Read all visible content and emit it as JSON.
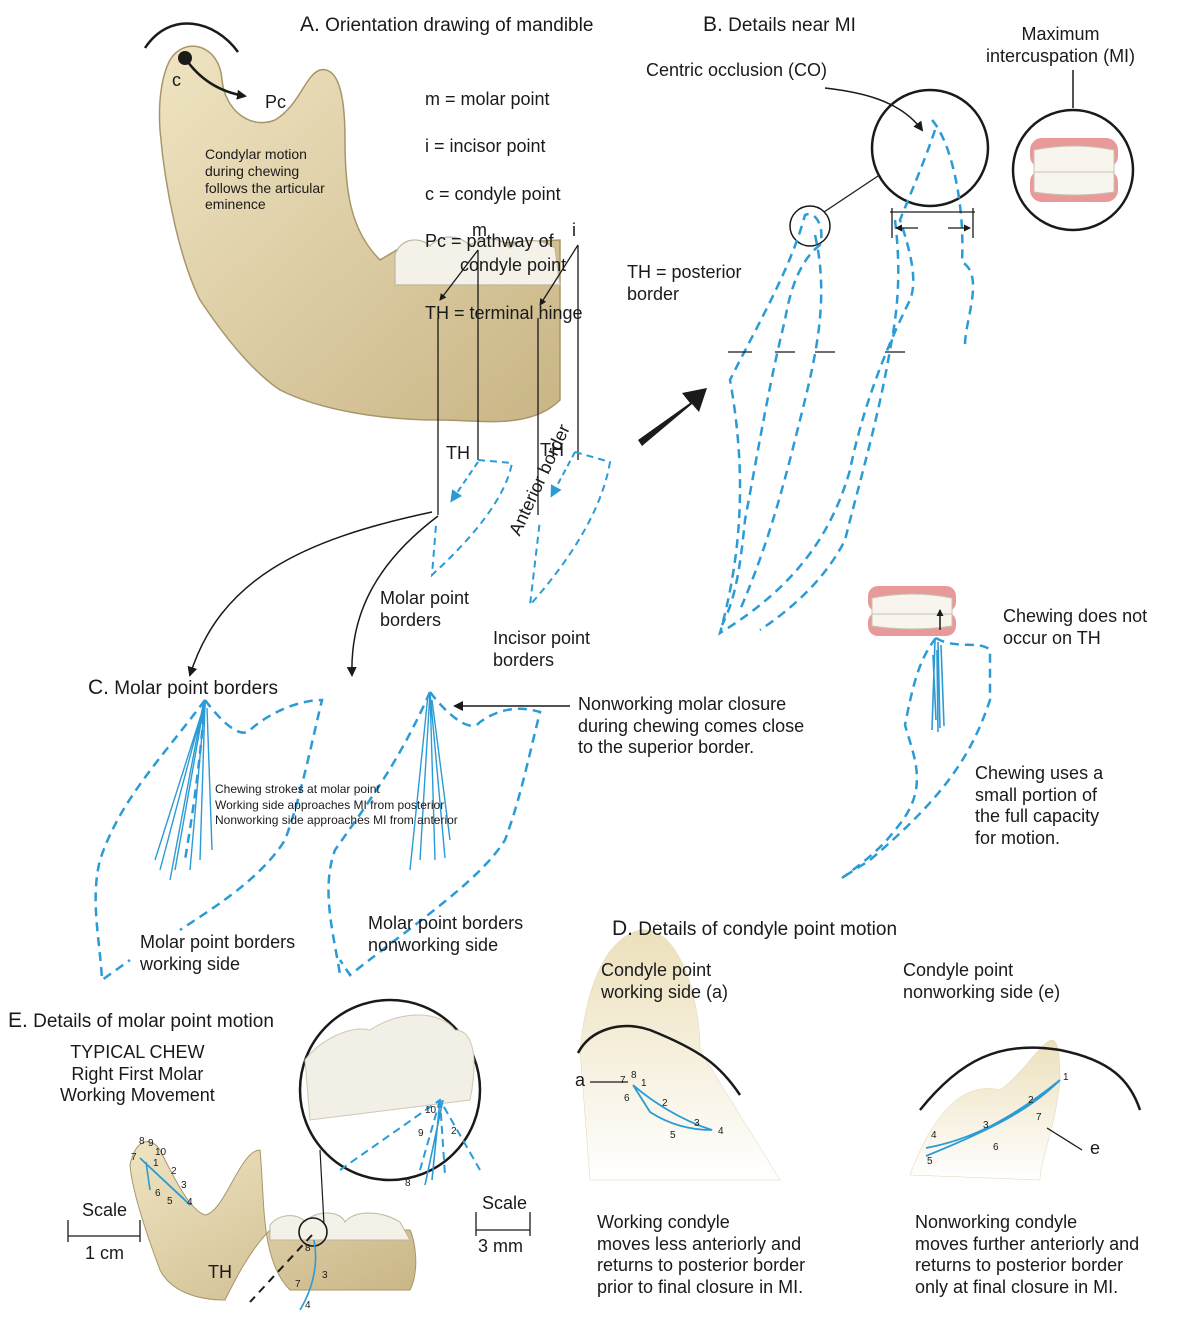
{
  "colors": {
    "border_blue": "#2b9bd6",
    "bone": "#e8dcb6",
    "bone_shade": "#cbb98a",
    "tooth": "#f4f1e8",
    "gum": "#e89a9a",
    "ink": "#1a1a1a"
  },
  "panel_a": {
    "title_letter": "A.",
    "title": "Orientation drawing of mandible",
    "point_c": "c",
    "pathway_label": "Pc",
    "condyle_note": "Condylar motion\nduring chewing\nfollows the articular\neminence",
    "legend": [
      "m = molar point",
      "i = incisor point",
      "c = condyle point",
      "Pc = pathway of\n       condyle point",
      "TH = terminal hinge"
    ],
    "m_label": "m",
    "i_label": "i",
    "th_left": "TH",
    "th_right": "TH",
    "molar_borders": "Molar point\nborders",
    "incisor_borders": "Incisor point\nborders",
    "anterior_border": "Anterior border"
  },
  "panel_b": {
    "title_letter": "B.",
    "title": "Details near MI",
    "centric_occlusion": "Centric occlusion (CO)",
    "max_intercuspation": "Maximum\nintercuspation (MI)",
    "th_posterior": "TH = posterior\nborder",
    "chewing_not_th": "Chewing does not\noccur on TH",
    "chewing_small": "Chewing uses a\nsmall portion of\nthe full capacity\nfor motion."
  },
  "panel_c": {
    "title_letter": "C.",
    "title": "Molar point borders",
    "nonworking_note": "Nonworking molar closure\nduring chewing comes close\nto the superior border.",
    "strokes_note": "Chewing strokes at molar point\nWorking side approaches MI from posterior\nNonworking side approaches MI from anterior",
    "working_label": "Molar point borders\nworking side",
    "nonworking_label": "Molar point borders\nnonworking side"
  },
  "panel_d": {
    "title_letter": "D.",
    "title": "Details of condyle point motion",
    "working_head": "Condyle point\nworking side (a)",
    "nonworking_head": "Condyle point\nnonworking side (e)",
    "a_label": "a",
    "e_label": "e",
    "working_desc": "Working condyle\nmoves less anteriorly and\nreturns to posterior border\nprior to final closure in MI.",
    "nonworking_desc": "Nonworking condyle\nmoves further anteriorly and\nreturns to posterior border\nonly at final closure in MI.",
    "working_points": [
      "1",
      "2",
      "3",
      "4",
      "5",
      "6",
      "7",
      "8"
    ],
    "nonworking_points": [
      "1",
      "2",
      "3",
      "4",
      "5",
      "6",
      "7"
    ]
  },
  "panel_e": {
    "title_letter": "E.",
    "title": "Details of molar point motion",
    "chew_title": "TYPICAL CHEW\nRight First Molar\nWorking Movement",
    "scale_left": "Scale",
    "scale_left_value": "1 cm",
    "scale_right": "Scale",
    "scale_right_value": "3 mm",
    "th": "TH",
    "condyle_points": [
      "8",
      "9",
      "10",
      "7",
      "1",
      "2",
      "3",
      "6",
      "5",
      "4"
    ],
    "molar_points": [
      "8",
      "7",
      "3",
      "4"
    ],
    "zoom_points": [
      "10",
      "9",
      "2",
      "8"
    ]
  }
}
